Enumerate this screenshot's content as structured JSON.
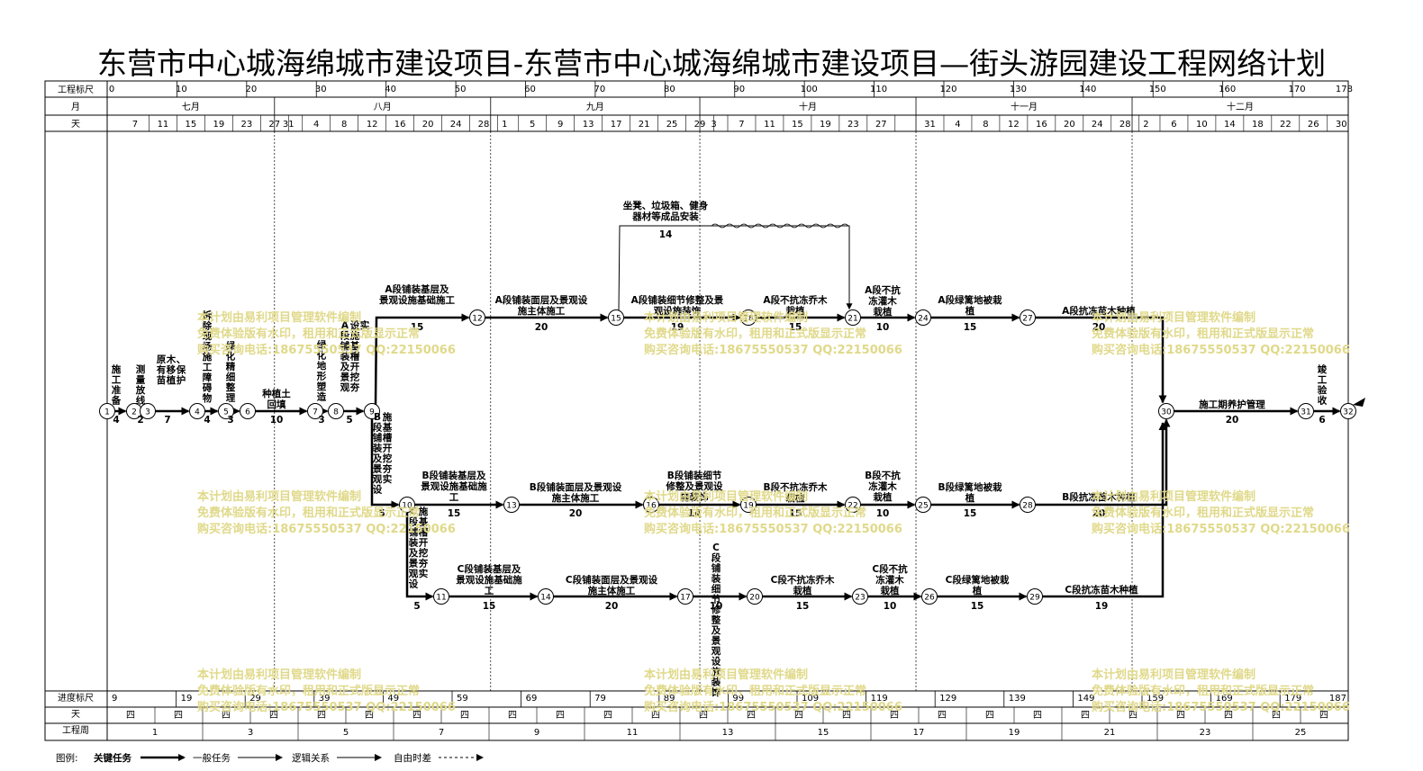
{
  "title": "东营市中心城海绵城市建设项目-东营市中心城海绵城市建设项目—街头游园建设工程网络计划",
  "top_scale": {
    "labels": {
      "ruler": "工程标尺",
      "month": "月",
      "day": "天"
    },
    "ruler_ticks": [
      "0",
      "10",
      "20",
      "30",
      "40",
      "50",
      "60",
      "70",
      "80",
      "90",
      "100",
      "110",
      "120",
      "130",
      "140",
      "150",
      "160",
      "170",
      "178"
    ],
    "months": [
      "七月",
      "八月",
      "九月",
      "十月",
      "十一月",
      "十二月"
    ],
    "days": [
      [
        "7",
        "11",
        "15",
        "19",
        "23",
        "27"
      ],
      [
        "31",
        "4",
        "8",
        "12",
        "16",
        "20",
        "24",
        "28"
      ],
      [
        "1",
        "5",
        "9",
        "13",
        "17",
        "21",
        "25",
        "29"
      ],
      [
        "3",
        "7",
        "11",
        "15",
        "19",
        "23",
        "27"
      ],
      [
        "31",
        "4",
        "8",
        "12",
        "16",
        "20",
        "24",
        "28"
      ],
      [
        "2",
        "6",
        "10",
        "14",
        "18",
        "22",
        "26",
        "30"
      ]
    ]
  },
  "bottom_scale": {
    "labels": {
      "ruler": "进度标尺",
      "day": "天",
      "week": "工程周"
    },
    "ruler_ticks": [
      "9",
      "19",
      "29",
      "39",
      "49",
      "59",
      "69",
      "79",
      "89",
      "99",
      "109",
      "119",
      "129",
      "139",
      "149",
      "159",
      "169",
      "179",
      "187"
    ],
    "weekday_mark": "四",
    "weeks": [
      "1",
      "3",
      "5",
      "7",
      "9",
      "11",
      "13",
      "15",
      "17",
      "19",
      "21",
      "23",
      "25"
    ]
  },
  "legend": {
    "label": "图例:",
    "items": [
      "关键任务",
      "一般任务",
      "逻辑关系",
      "自由时差"
    ]
  },
  "watermark": [
    "本计划由易利项目管理软件编制",
    "免费体验版有水印，租用和正式版显示正常",
    "购买咨询电话:18675550537 QQ:22150066"
  ],
  "nodes": [
    "1",
    "2",
    "3",
    "4",
    "5",
    "6",
    "7",
    "8",
    "9",
    "10",
    "11",
    "12",
    "13",
    "14",
    "15",
    "16",
    "17",
    "18",
    "19",
    "20",
    "21",
    "22",
    "23",
    "24",
    "25",
    "26",
    "27",
    "28",
    "29",
    "30",
    "31",
    "32"
  ],
  "tasks": [
    {
      "id": "t1",
      "name": "施工准备",
      "duration": "4"
    },
    {
      "id": "t2",
      "name": "测量放线",
      "duration": "2"
    },
    {
      "id": "t3",
      "name": "原有苗木移植、保护",
      "duration": "7"
    },
    {
      "id": "t4",
      "name": "拆除现场施工障碍物",
      "duration": "4"
    },
    {
      "id": "t5",
      "name": "绿化精细整理",
      "duration": "3"
    },
    {
      "id": "t6",
      "name": "种植土回填",
      "duration": "10"
    },
    {
      "id": "t7",
      "name": "绿化地形塑造",
      "duration": "3"
    },
    {
      "id": "t8",
      "name": "A段铺装及景观设施基槽开挖夯实",
      "duration": "5"
    },
    {
      "id": "t9",
      "name": "B段铺装及景观设施基槽开挖夯实",
      "duration": "5"
    },
    {
      "id": "t10",
      "name": "C段铺装及景观设施基槽开挖夯实",
      "duration": "5"
    },
    {
      "id": "t11",
      "name": "A段铺装基层及景观设施基础施工",
      "duration": "15"
    },
    {
      "id": "t12",
      "name": "A段铺装面层及景观设施主体施工",
      "duration": "20"
    },
    {
      "id": "t13",
      "name": "A段铺装细节修整及景观设施装饰",
      "duration": "19"
    },
    {
      "id": "t14",
      "name": "A段不抗冻乔木栽植",
      "duration": "15"
    },
    {
      "id": "t15",
      "name": "A段不抗冻灌木栽植",
      "duration": "10"
    },
    {
      "id": "t16",
      "name": "A段绿篱地被栽植",
      "duration": "15"
    },
    {
      "id": "t17",
      "name": "A段抗冻苗木种植",
      "duration": "20"
    },
    {
      "id": "t18",
      "name": "坐凳、垃圾箱、健身器材等成品安装",
      "duration": "14"
    },
    {
      "id": "t19",
      "name": "B段铺装基层及景观设施基础施工",
      "duration": "15"
    },
    {
      "id": "t20",
      "name": "B段铺装面层及景观设施主体施工",
      "duration": "20"
    },
    {
      "id": "t21",
      "name": "B段铺装细节修整及景观设施装饰",
      "duration": "14"
    },
    {
      "id": "t22",
      "name": "B段不抗冻乔木栽植",
      "duration": "15"
    },
    {
      "id": "t23",
      "name": "B段不抗冻灌木栽植",
      "duration": "10"
    },
    {
      "id": "t24",
      "name": "B段绿篱地被栽植",
      "duration": "15"
    },
    {
      "id": "t25",
      "name": "B段抗冻苗木种植",
      "duration": "20"
    },
    {
      "id": "t26",
      "name": "C段铺装基层及景观设施基础施工",
      "duration": "15"
    },
    {
      "id": "t27",
      "name": "C段铺装面层及景观设施主体施工",
      "duration": "20"
    },
    {
      "id": "t28",
      "name": "C段铺装细节修整及景观设施装饰",
      "duration": "10"
    },
    {
      "id": "t29",
      "name": "C段不抗冻乔木栽植",
      "duration": "15"
    },
    {
      "id": "t30",
      "name": "C段不抗冻灌木栽植",
      "duration": "10"
    },
    {
      "id": "t31",
      "name": "C段绿篱地被栽植",
      "duration": "15"
    },
    {
      "id": "t32",
      "name": "C段抗冻苗木种植",
      "duration": "19"
    },
    {
      "id": "t33",
      "name": "施工期养护管理",
      "duration": "20"
    },
    {
      "id": "t34",
      "name": "竣工验收",
      "duration": "6"
    }
  ]
}
